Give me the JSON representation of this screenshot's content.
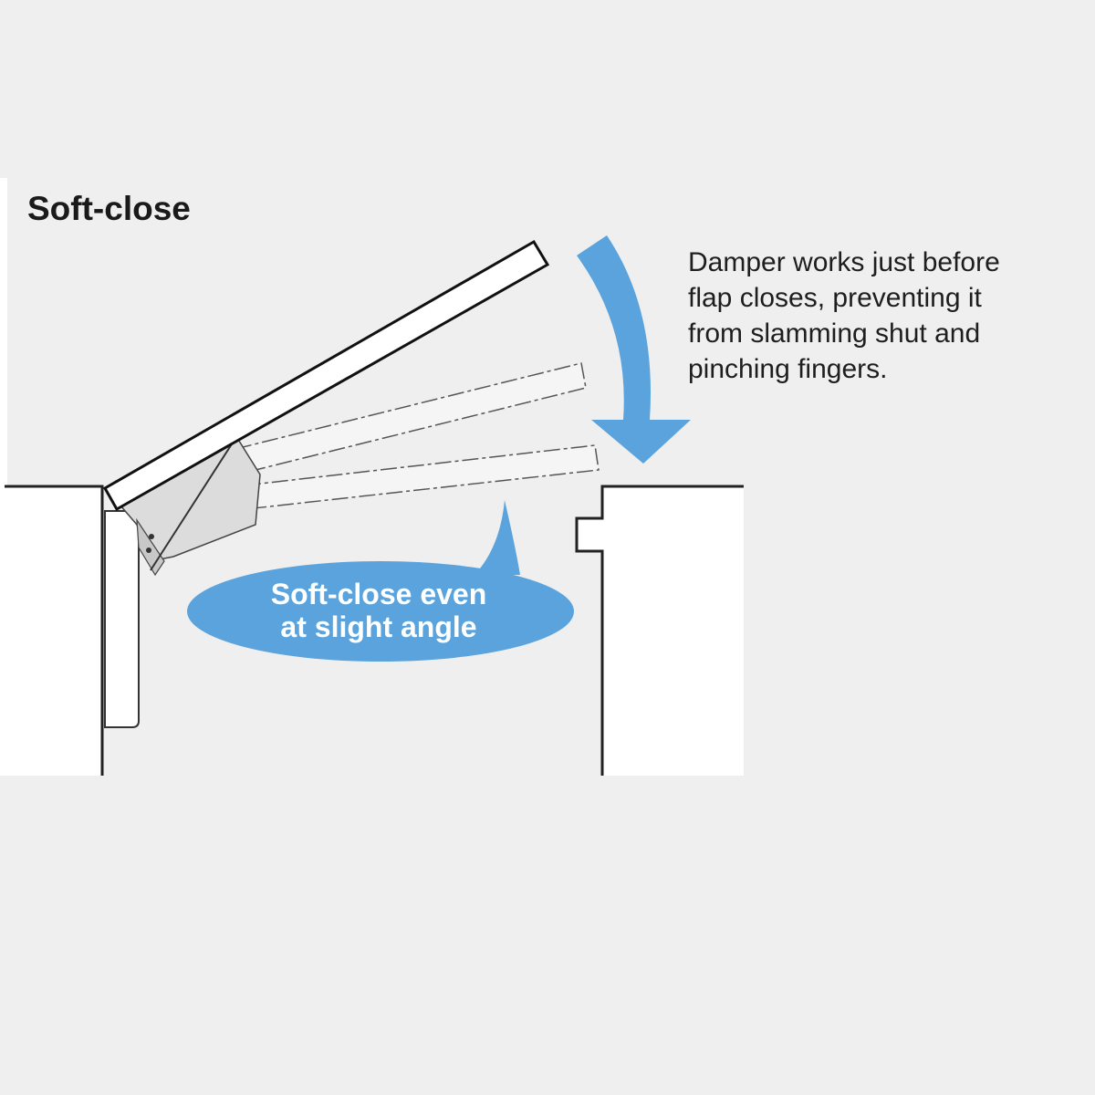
{
  "title": "Soft-close",
  "description_lines": [
    "Damper works just before",
    "flap closes, preventing it",
    "from slamming shut and",
    "pinching fingers."
  ],
  "bubble_lines": [
    "Soft-close even",
    "at slight angle"
  ],
  "colors": {
    "accent": "#5aa3dc",
    "background": "#efefef",
    "line": "#222222"
  }
}
